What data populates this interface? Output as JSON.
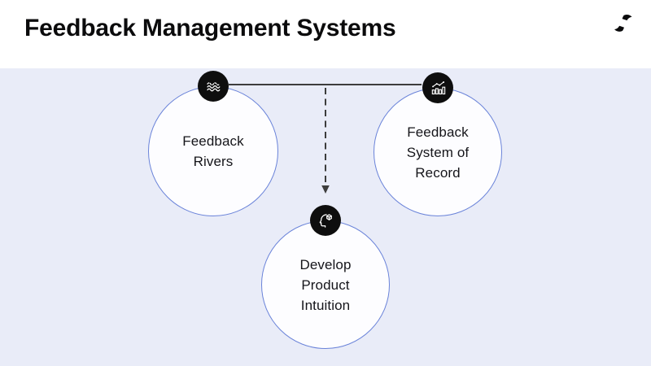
{
  "header": {
    "title": "Feedback Management Systems",
    "logo_icon": "brand-swoosh-mark"
  },
  "diagram": {
    "nodes": [
      {
        "id": "feedback-rivers",
        "icon": "waves-icon",
        "lines": [
          "Feedback",
          "Rivers"
        ]
      },
      {
        "id": "feedback-system-of-record",
        "icon": "growth-chart-icon",
        "lines": [
          "Feedback",
          "System of",
          "Record"
        ]
      },
      {
        "id": "develop-product-intuition",
        "icon": "head-cube-icon",
        "lines": [
          "Develop",
          "Product",
          "Intuition"
        ]
      }
    ],
    "connections": [
      {
        "from": "feedback-rivers",
        "to": "feedback-system-of-record",
        "style": "solid-line"
      },
      {
        "from": "solid-line-midpoint",
        "to": "develop-product-intuition",
        "style": "dashed-arrow-down"
      }
    ],
    "colors": {
      "header_background": "#ffffff",
      "board_background": "#e9ecf8",
      "circle_border": "#6a83d9",
      "circle_fill": "#fdfdff",
      "icon_background": "#0e0e0e",
      "icon_foreground": "#ffffff",
      "connector": "#3d3d3d",
      "title_text": "#0b0b0c",
      "label_text": "#15151a"
    }
  }
}
